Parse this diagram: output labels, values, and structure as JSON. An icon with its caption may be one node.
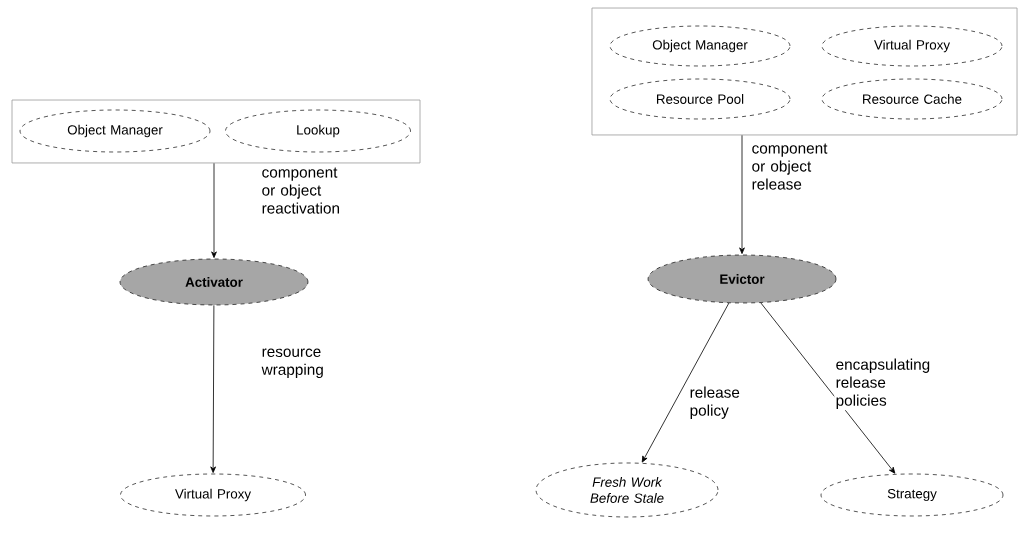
{
  "diagram": {
    "nodes": [
      {
        "text": [],
        "shape": "box"
      },
      {
        "text": [
          "Object Manager"
        ],
        "in": 0
      },
      {
        "text": [
          "Lookup"
        ],
        "in": 0
      },
      {
        "text": [
          "Activator"
        ]
      },
      {
        "text": [
          "Virtual Proxy"
        ]
      },
      {
        "text": [],
        "shape": "box"
      },
      {
        "text": [
          "Object Manager"
        ],
        "in": 5
      },
      {
        "text": [
          "Virtual Proxy"
        ],
        "in": 5
      },
      {
        "text": [
          "Resource Pool"
        ],
        "in": 5
      },
      {
        "text": [
          "Resource Cache"
        ],
        "in": 5
      },
      {
        "text": [
          "Evictor"
        ]
      },
      {
        "text": [
          "Fresh Work Before Stale"
        ]
      },
      {
        "text": [
          "Strategy"
        ]
      }
    ],
    "edges": [
      {
        "from": 0,
        "to": 3,
        "arrow": "to",
        "label": "component or object reactivation"
      },
      {
        "from": 3,
        "to": 4,
        "arrow": "to",
        "label": "resource wrapping"
      },
      {
        "from": 5,
        "to": 10,
        "arrow": "to",
        "label": "component or object release"
      },
      {
        "from": 10,
        "to": 11,
        "arrow": "to",
        "label": "release policy"
      },
      {
        "from": 10,
        "to": 12,
        "arrow": "to",
        "label": "encapsulating release policies"
      }
    ]
  }
}
